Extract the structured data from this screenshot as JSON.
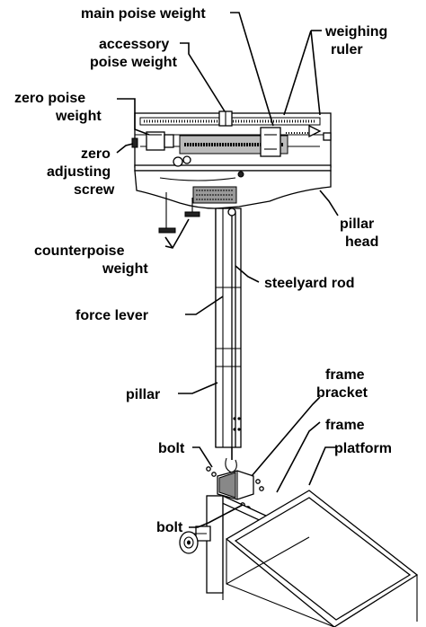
{
  "labels": {
    "main_poise_weight": "main poise weight",
    "accessory_poise_weight_1": "accessory",
    "accessory_poise_weight_2": "poise weight",
    "weighing_ruler_1": "weighing",
    "weighing_ruler_2": "ruler",
    "zero_poise_weight_1": "zero poise",
    "zero_poise_weight_2": "weight",
    "zero_adjusting_screw_1": "zero",
    "zero_adjusting_screw_2": "adjusting",
    "zero_adjusting_screw_3": "screw",
    "pillar_head_1": "pillar",
    "pillar_head_2": "head",
    "counterpoise_weight_1": "counterpoise",
    "counterpoise_weight_2": "weight",
    "steelyard_rod": "steelyard rod",
    "force_lever": "force lever",
    "frame_bracket_1": "frame",
    "frame_bracket_2": "bracket",
    "frame": "frame",
    "pillar": "pillar",
    "bolt_top": "bolt",
    "platform": "platform",
    "bolt_bottom": "bolt"
  }
}
